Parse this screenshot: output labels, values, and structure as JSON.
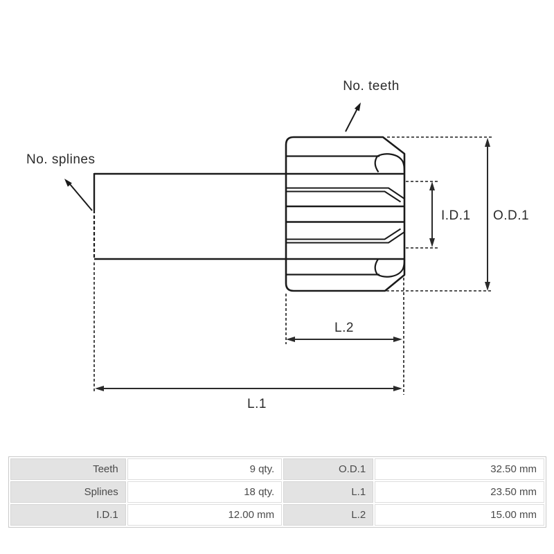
{
  "diagram": {
    "labels": {
      "no_teeth": "No. teeth",
      "no_splines": "No. splines",
      "id1": "I.D.1",
      "od1": "O.D.1",
      "l1": "L.1",
      "l2": "L.2"
    },
    "colors": {
      "line": "#1a1a1a",
      "dimension_line": "#2a2a2a",
      "label_text": "#2b2b2b"
    }
  },
  "spec_table": {
    "colors": {
      "label_bg": "#e3e3e3",
      "text": "#4a4a4a",
      "outer_border": "#c9c9c9",
      "cell_border": "#dddddd"
    },
    "rows": [
      {
        "c0": "Teeth",
        "c1": "9 qty.",
        "c2": "O.D.1",
        "c3": "32.50 mm"
      },
      {
        "c0": "Splines",
        "c1": "18 qty.",
        "c2": "L.1",
        "c3": "23.50 mm"
      },
      {
        "c0": "I.D.1",
        "c1": "12.00 mm",
        "c2": "L.2",
        "c3": "15.00 mm"
      }
    ]
  }
}
